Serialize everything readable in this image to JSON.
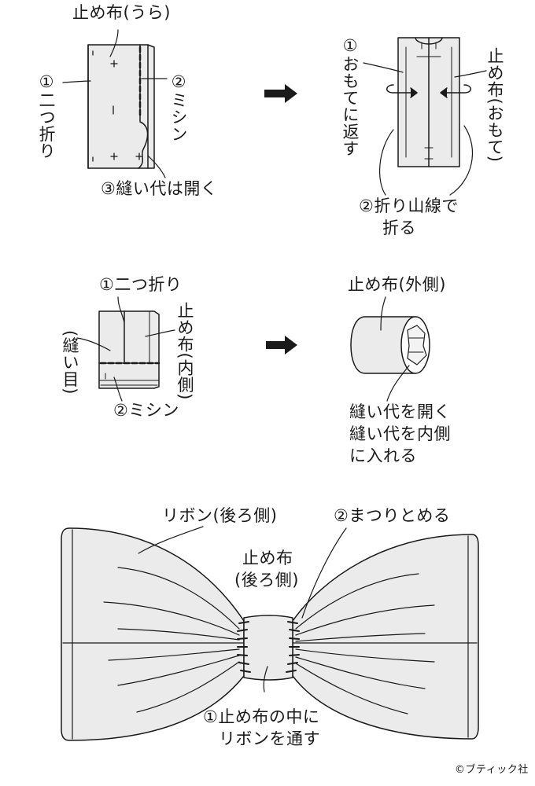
{
  "colors": {
    "fill": "#ebebeb",
    "line": "#1a1a1a",
    "background": "#ffffff"
  },
  "step1": {
    "title": "止め布(うら)",
    "fold": "①二つ折り",
    "sew": "②ミシン",
    "open": "③縫い代は開く"
  },
  "step2": {
    "turn": "①おもてに返す",
    "label": "止め布(おもて)",
    "fold_line": [
      "②折り山線で",
      "折る"
    ]
  },
  "step3": {
    "fold": "①二つ折り",
    "inside": "止め布(内側)",
    "seam": "(縫い目)",
    "sew": "②ミシン"
  },
  "step4": {
    "outside": "止め布(外側)",
    "notes": [
      "縫い代を開く",
      "縫い代を内側",
      "に入れる"
    ]
  },
  "step5": {
    "ribbon_back": "リボン(後ろ側)",
    "slipstitch": "②まつりとめる",
    "band": [
      "止め布",
      "(後ろ側)"
    ],
    "pass": [
      "①止め布の中に",
      "リボンを通す"
    ]
  },
  "copyright": "©ブティック社",
  "icons": {
    "arrow": "arrow-right-icon"
  }
}
